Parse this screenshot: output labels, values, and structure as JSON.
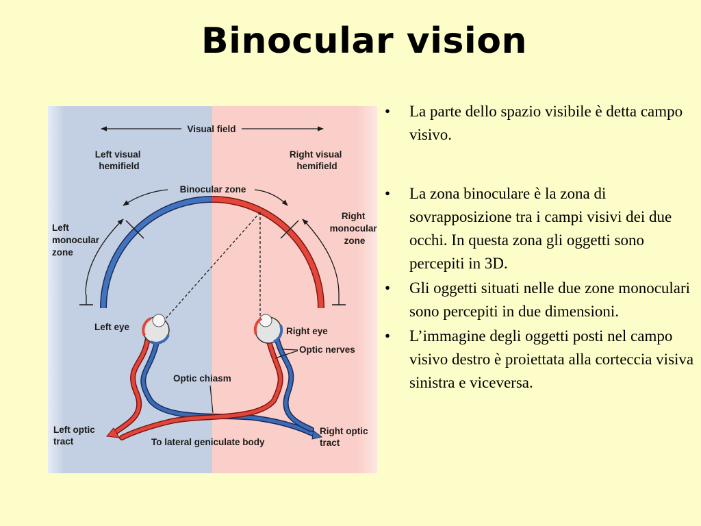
{
  "slide": {
    "title": "Binocular vision"
  },
  "diagram": {
    "visual_field": "Visual field",
    "left_visual_hemifield": [
      "Left visual",
      "hemifield"
    ],
    "right_visual_hemifield": [
      "Right visual",
      "hemifield"
    ],
    "binocular_zone": "Binocular zone",
    "left_monocular_zone": [
      "Left",
      "monocular",
      "zone"
    ],
    "right_monocular_zone": [
      "Right",
      "monocular",
      "zone"
    ],
    "left_eye": "Left eye",
    "right_eye": "Right eye",
    "optic_nerves": "Optic nerves",
    "optic_chiasm": "Optic chiasm",
    "left_optic_tract": [
      "Left optic",
      "tract"
    ],
    "right_optic_tract": [
      "Right optic",
      "tract"
    ],
    "lateral_geniculate": "To lateral geniculate body",
    "colors": {
      "left_panel": "#c3cfe2",
      "right_panel": "#fbcfc9",
      "left_pathway": "#3a6bb3",
      "right_pathway": "#e2463b"
    }
  },
  "bullets": [
    "La parte dello spazio visibile è detta campo visivo.",
    "La zona binoculare è la zona di sovrapposizione tra i campi visivi dei due occhi. In questa zona gli oggetti sono percepiti in 3D.",
    "Gli oggetti situati nelle due zone monoculari sono percepiti in due dimensioni.",
    "L’immagine degli oggetti posti nel campo visivo destro è proiettata alla corteccia visiva sinistra e viceversa."
  ]
}
